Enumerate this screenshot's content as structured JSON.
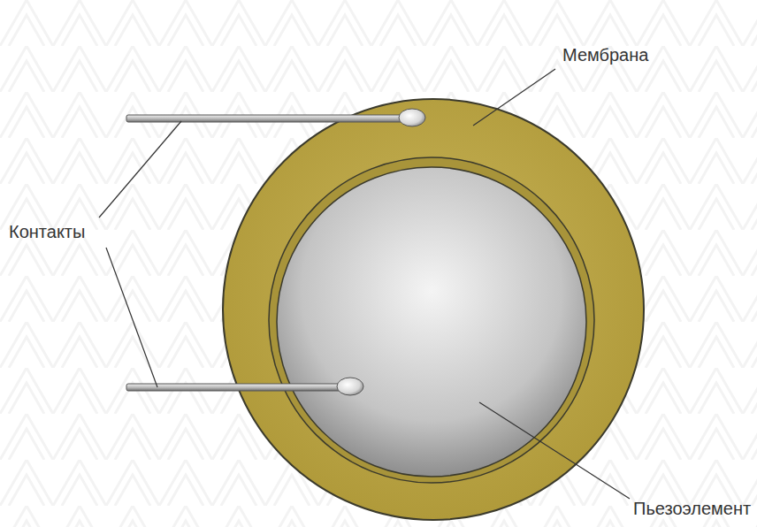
{
  "diagram": {
    "labels": [
      "Мембрана",
      "Контакты",
      "Пьезоэлемент"
    ]
  }
}
